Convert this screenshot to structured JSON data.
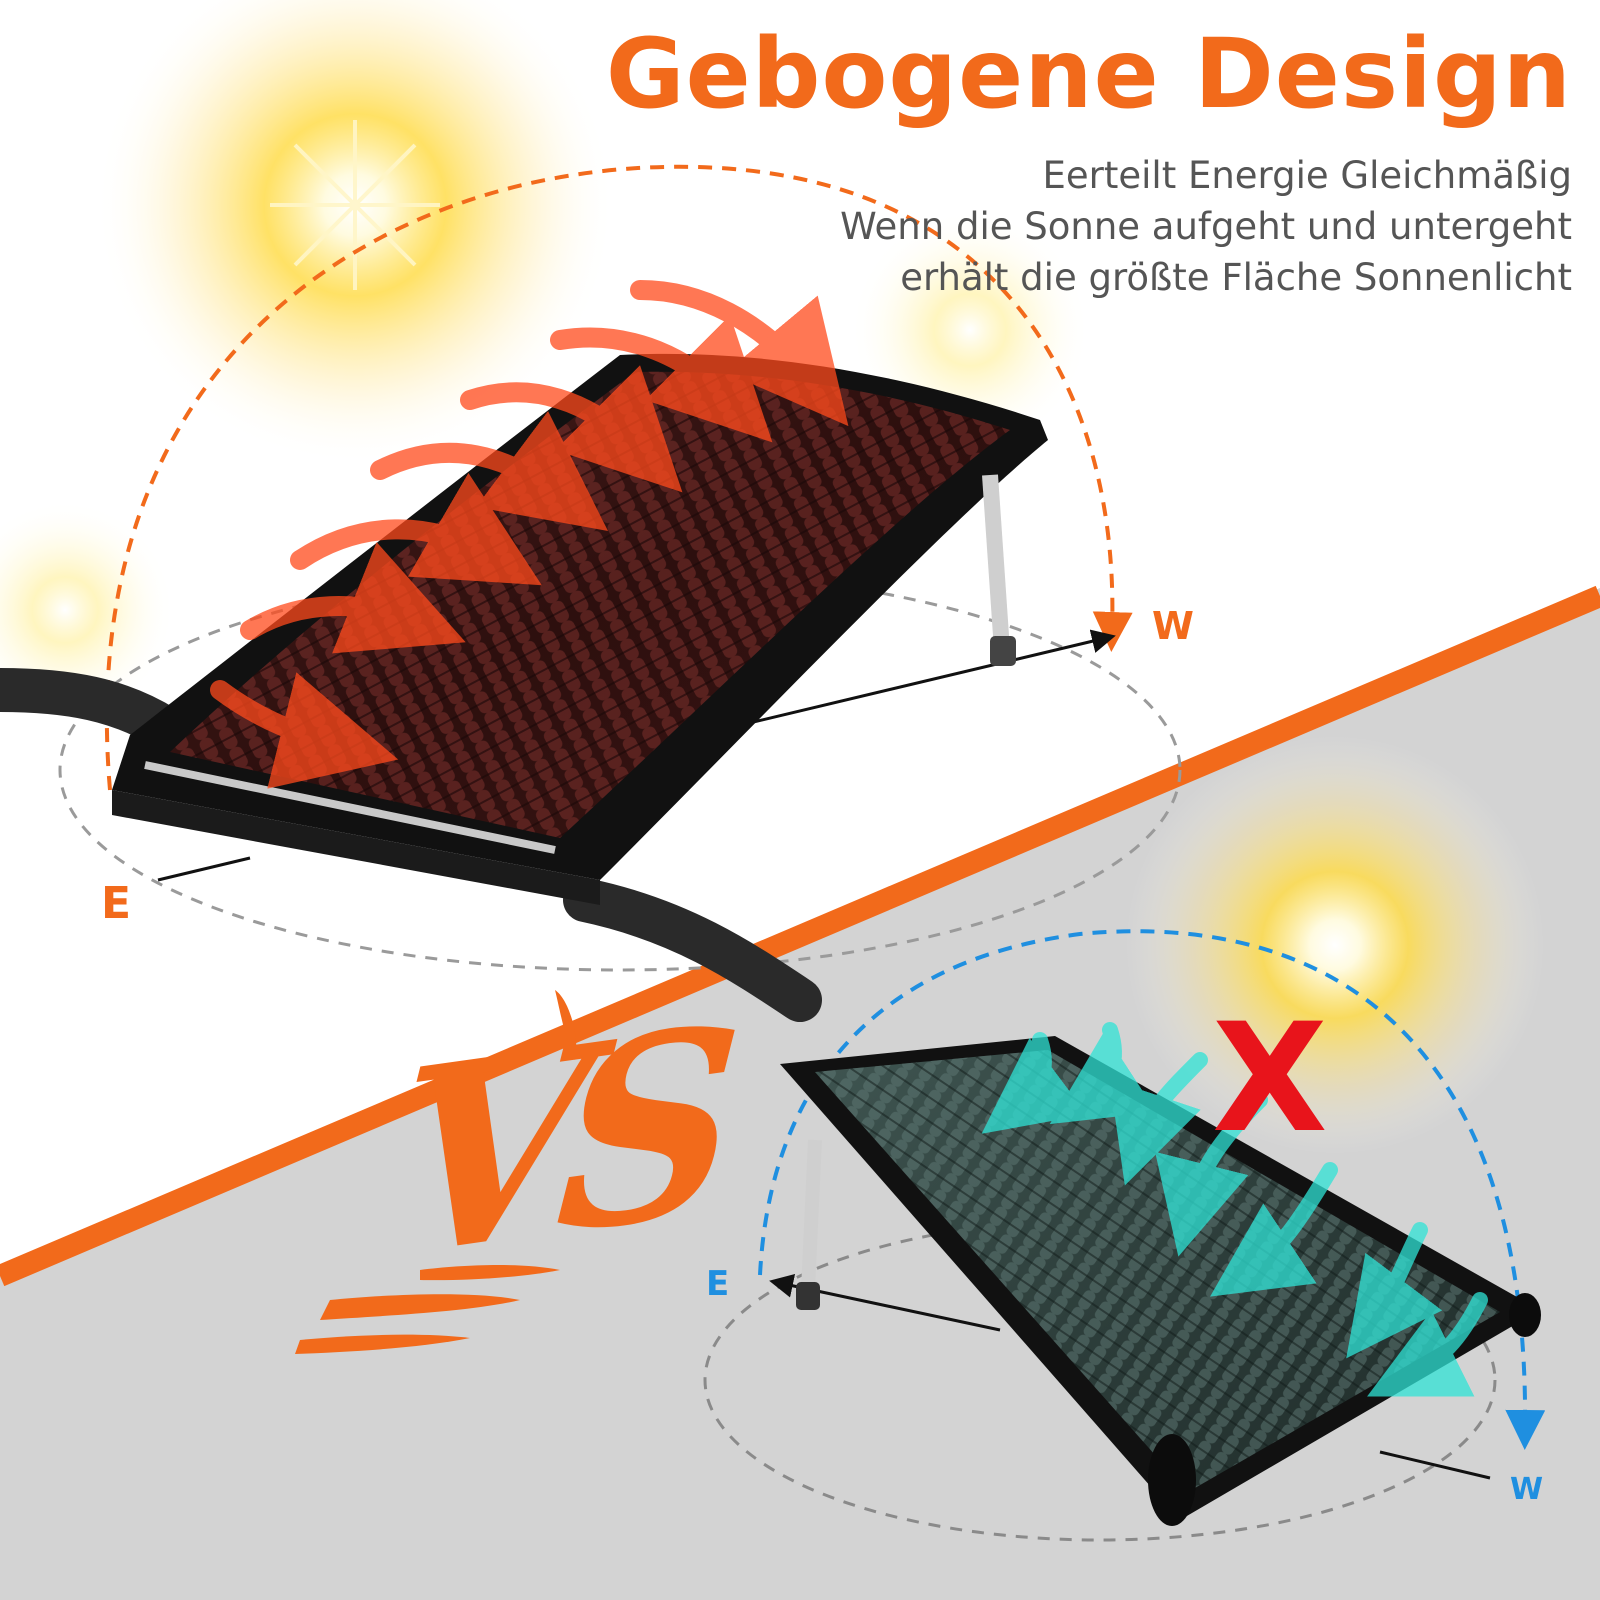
{
  "headline": "Gebogene Design",
  "subtitle_lines": [
    "Eerteilt Energie Gleichmäßig",
    "Wenn die Sonne aufgeht und untergeht",
    "erhält die größte Fläche Sonnenlicht"
  ],
  "labels": {
    "w_top": "W",
    "e_top": "E",
    "e_bottom": "E",
    "w_bottom": "W"
  },
  "vs_text": "VS",
  "x_mark": "X",
  "colors": {
    "accent_orange": "#f26a1b",
    "accent_blue": "#1f8fe0",
    "x_red": "#e8141b",
    "text_gray": "#555555",
    "floor_gray": "#d3d3d3"
  }
}
